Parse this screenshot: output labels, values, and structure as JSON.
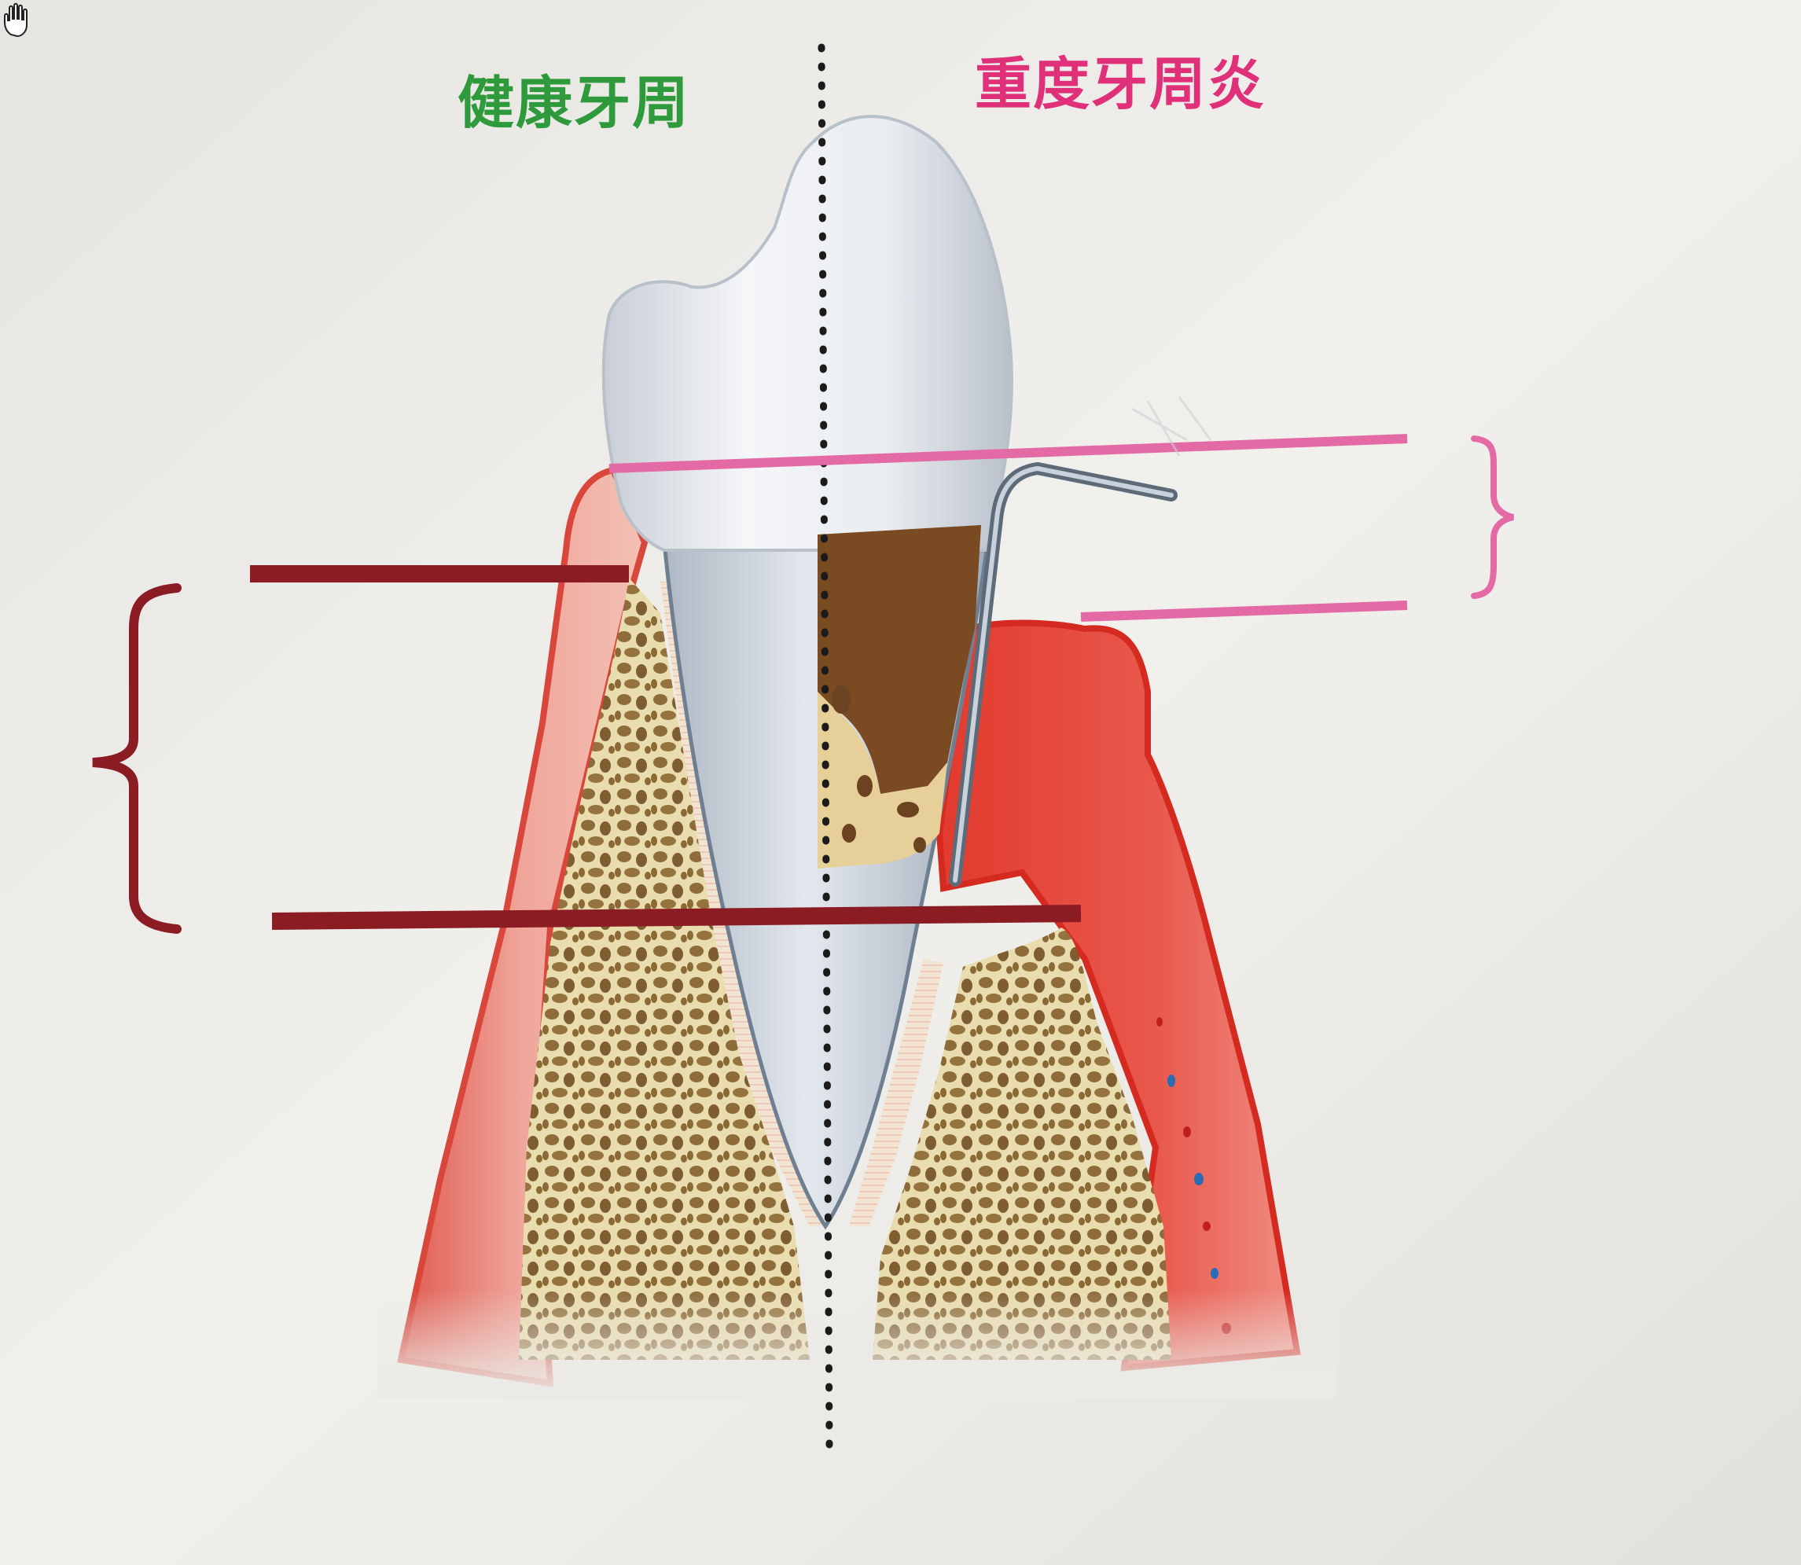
{
  "labels": {
    "healthy": "健康牙周",
    "disease": "重度牙周炎"
  },
  "colors": {
    "healthy_label": "#2e9a3c",
    "disease_label": "#e0307a",
    "gingiva": "#e5433a",
    "inflamed_gingiva": "#d8261c",
    "bone": "#e8d9a8",
    "bone_pores": "#8a6a3a",
    "tooth": "#dfe3e8",
    "calculus": "#7a4a22",
    "bracket_dark": "#8b1c24",
    "bracket_pink": "#e46aa6",
    "midline": "#1b1b1b"
  },
  "icons": {
    "cursor": "hand-cursor-icon",
    "probe": "periodontal-probe"
  }
}
